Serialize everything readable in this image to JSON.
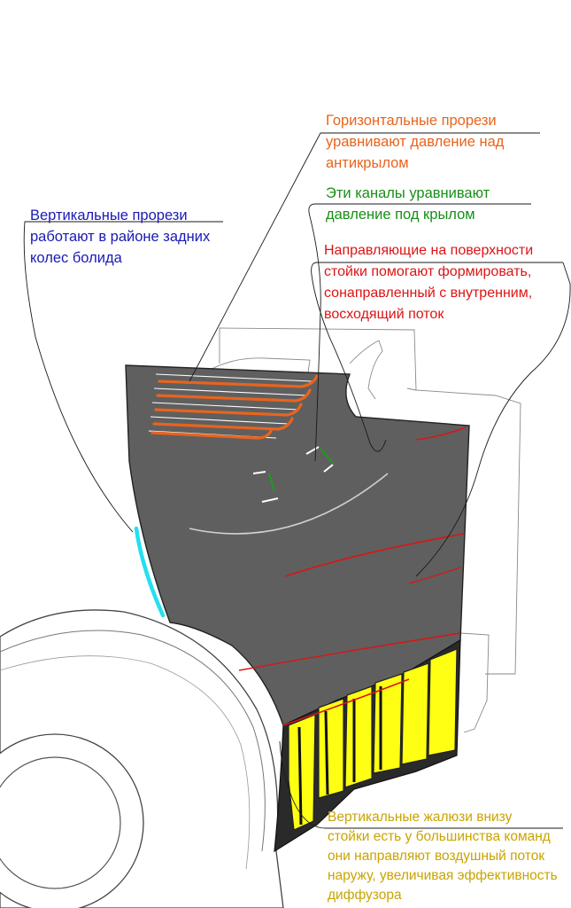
{
  "colors": {
    "orange": "#e8641e",
    "green": "#178f17",
    "red": "#dc1414",
    "blue": "#1a1ab4",
    "gold": "#c9a400",
    "endplate": "#5f5f5f",
    "louver": "#ffff14",
    "vertical_slot": "#22e0f0"
  },
  "annotations": {
    "horizontal_slots": {
      "color": "orange",
      "lines": [
        "Горизонтальные прорези",
        "уравнивают давление над",
        "антикрылом"
      ]
    },
    "channels": {
      "color": "green",
      "lines": [
        "Эти каналы уравнивают",
        "давление под крылом"
      ]
    },
    "guides": {
      "color": "red",
      "lines": [
        "Направляющие на поверхности",
        "стойки помогают формировать,",
        "сонаправленный с внутренним,",
        "восходящий поток"
      ]
    },
    "vertical_slots": {
      "color": "blue",
      "lines": [
        "Вертикальные прорези",
        "работают в районе задних",
        "колес болида"
      ]
    },
    "louvers": {
      "color": "gold",
      "lines": [
        "Вертикальные жалюзи внизу",
        "стойки есть у большинства команд",
        "они направляют воздушный поток",
        "наружу, увеличивая эффективность",
        "диффузора"
      ]
    }
  }
}
